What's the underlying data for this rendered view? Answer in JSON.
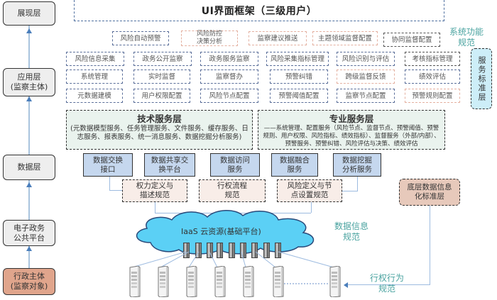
{
  "layers": [
    {
      "label": "展现层"
    },
    {
      "label": "应用层\n(监察主体)"
    },
    {
      "label": "数据层"
    },
    {
      "label": "电子政务\n公共平台"
    },
    {
      "label": "行政主体\n(监察对象)"
    }
  ],
  "ui_frame": {
    "title": "UI界面框架（三级用户）"
  },
  "function_rows": [
    [
      {
        "label": "风险自动预警",
        "style": "blue"
      },
      {
        "label": "风险防控\n决策分析",
        "style": "pink"
      },
      {
        "label": "监察建议推送",
        "style": "pink"
      },
      {
        "label": "主题领域监督配置",
        "style": "pink"
      },
      {
        "label": "协同监督配置",
        "style": "dark"
      }
    ],
    [
      {
        "label": "风险信息采集",
        "style": "blue"
      },
      {
        "label": "政务公开监察",
        "style": "blue"
      },
      {
        "label": "政务服务监察",
        "style": "blue"
      },
      {
        "label": "风险采集指标管理",
        "style": "blue"
      },
      {
        "label": "风险识别与评估",
        "style": "blue"
      },
      {
        "label": "考核指标管理",
        "style": "dark"
      }
    ],
    [
      {
        "label": "系统管理",
        "style": "blue"
      },
      {
        "label": "实时监督",
        "style": "blue"
      },
      {
        "label": "监察督办",
        "style": "blue"
      },
      {
        "label": "预警纠错",
        "style": "blue"
      },
      {
        "label": "跨级监督反馈",
        "style": "pink"
      },
      {
        "label": "绩效评估",
        "style": "blue"
      }
    ],
    [
      {
        "label": "元数据建模",
        "style": "blue"
      },
      {
        "label": "用户权限配置",
        "style": "blue"
      },
      {
        "label": "风险节点配置",
        "style": "blue"
      },
      {
        "label": "预警阈值配置",
        "style": "blue"
      },
      {
        "label": "监察节点配置",
        "style": "blue"
      },
      {
        "label": "预警规则配置",
        "style": "pink"
      }
    ]
  ],
  "labels": {
    "system_function_norm": "系统功能\n规范",
    "service_standard_layer": "服务标准层",
    "data_info_norm": "数据信息\n规范",
    "power_behavior_norm": "行权行为\n规范",
    "cloud": "IaaS 云资源(基础平台)"
  },
  "tech_service": {
    "title": "技术服务层",
    "desc": "(元数据模型服务、任务管理服务、文件服务、缓存服务、日志服务、报表服务、统一消息服务、数据挖掘分析服务)"
  },
  "pro_service": {
    "title": "专业服务层",
    "desc": "——系统管理、配置服务（风险节点、监督节点、预警阈值、预警规则、用户权限、风险指标、绩效指标）、监督服务（外部/内部）、预警服务、预警纠错、风险评估与决策、绩效评估"
  },
  "data_services": [
    {
      "label": "数据交换\n接口"
    },
    {
      "label": "数据共享交\n换平台"
    },
    {
      "label": "数据访问\n服务"
    },
    {
      "label": "数据融合\n服务"
    },
    {
      "label": "数据挖掘\n分析服务"
    }
  ],
  "norms": [
    {
      "label": "权力定义与\n描述规范"
    },
    {
      "label": "行权流程\n规范"
    },
    {
      "label": "风险定义与节\n点设置规范"
    }
  ],
  "base_layer": {
    "label": "底层数据信息\n化标准层"
  }
}
